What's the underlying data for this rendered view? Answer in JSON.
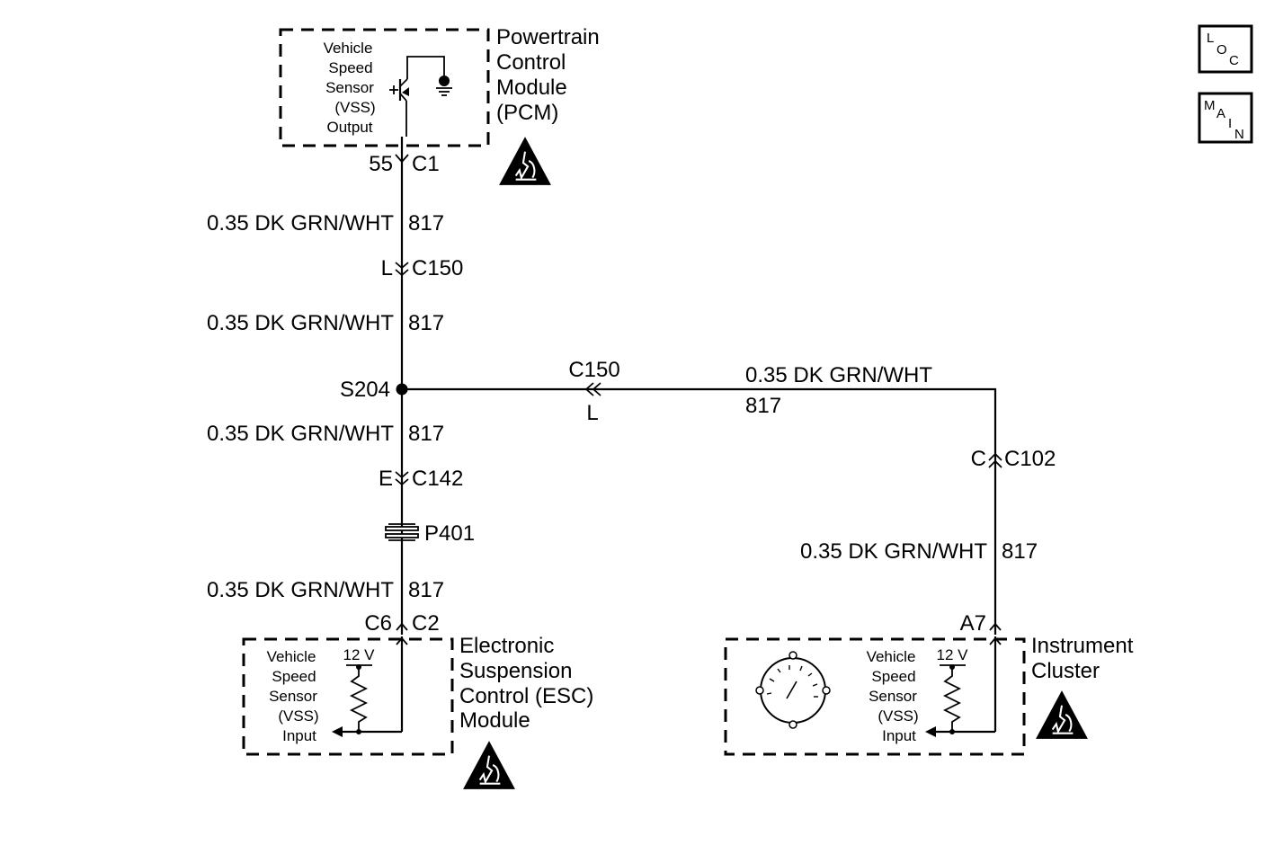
{
  "nav": {
    "loc": [
      "L",
      "O",
      "C"
    ],
    "main": [
      "M",
      "A",
      "I",
      "N"
    ]
  },
  "pcm": {
    "name_lines": [
      "Powertrain",
      "Control",
      "Module",
      "(PCM)"
    ],
    "signal_lines": [
      "Vehicle",
      "Speed",
      "Sensor",
      "(VSS)",
      "Output"
    ],
    "pin": "55",
    "connector": "C1"
  },
  "wire_label": "0.35 DK GRN/WHT",
  "circuit": "817",
  "inline_c150": {
    "pin": "L",
    "connector": "C150"
  },
  "splice": "S204",
  "branch_c150": {
    "connector": "C150",
    "pin": "L"
  },
  "inline_c142": {
    "pin": "E",
    "connector": "C142"
  },
  "splice_pack": "P401",
  "esc": {
    "pin": "C6",
    "connector": "C2",
    "name_lines": [
      "Electronic",
      "Suspension",
      "Control (ESC)",
      "Module"
    ],
    "signal_lines": [
      "Vehicle",
      "Speed",
      "Sensor",
      "(VSS)",
      "Input"
    ],
    "voltage": "12 V"
  },
  "inline_c102": {
    "pin": "C",
    "connector": "C102"
  },
  "ipc": {
    "pin": "A7",
    "name_lines": [
      "Instrument",
      "Cluster"
    ],
    "signal_lines": [
      "Vehicle",
      "Speed",
      "Sensor",
      "(VSS)",
      "Input"
    ],
    "voltage": "12 V"
  }
}
